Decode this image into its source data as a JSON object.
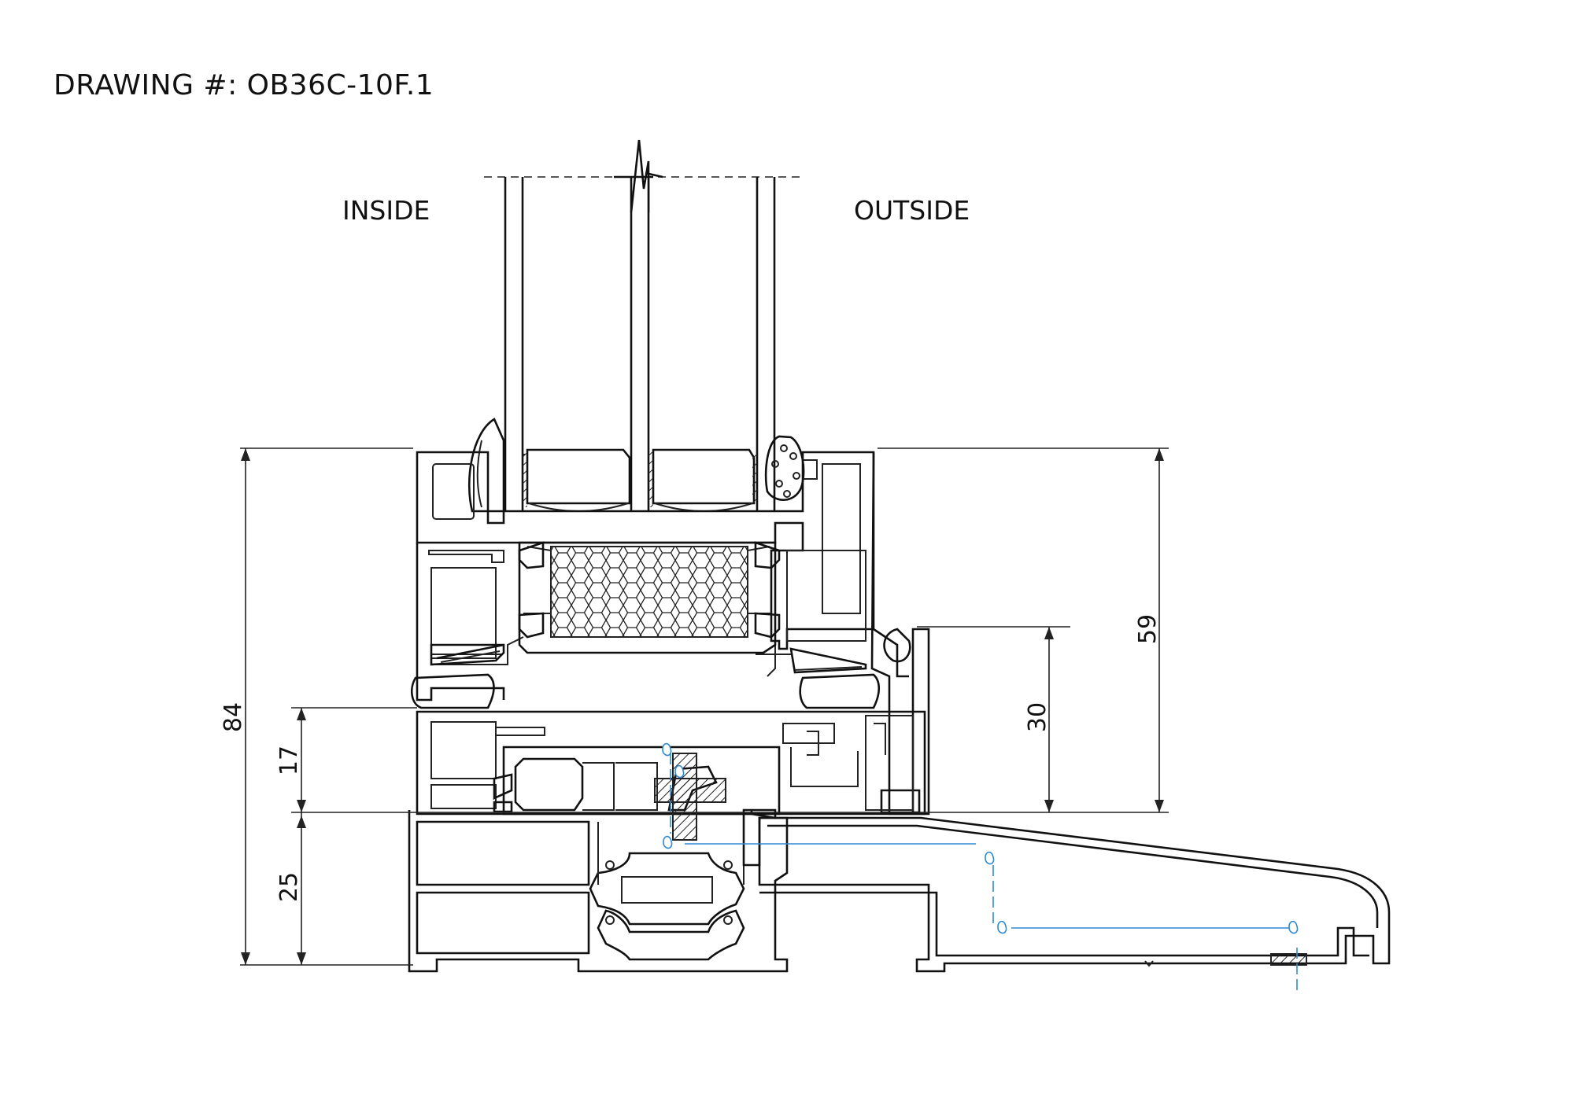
{
  "title": "DRAWING #: OB36C-10F.1",
  "labels": {
    "inside": "INSIDE",
    "outside": "OUTSIDE"
  },
  "dimensions": {
    "d84": "84",
    "d17": "17",
    "d25": "25",
    "d30": "30",
    "d59": "59"
  },
  "colors": {
    "line": "#222222",
    "drainage": "#2f88d6"
  }
}
